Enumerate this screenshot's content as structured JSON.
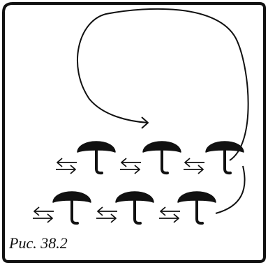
{
  "figure": {
    "caption": "Рис. 38.2",
    "umbrella_icon": "umbrella-icon",
    "double_arrow_icon": "double-arrow-icon",
    "curved_arrow_icon": "curved-arrow-icon",
    "ink_color": "#111111",
    "rows": [
      {
        "umbrellas": 3
      },
      {
        "umbrellas": 3
      }
    ]
  }
}
